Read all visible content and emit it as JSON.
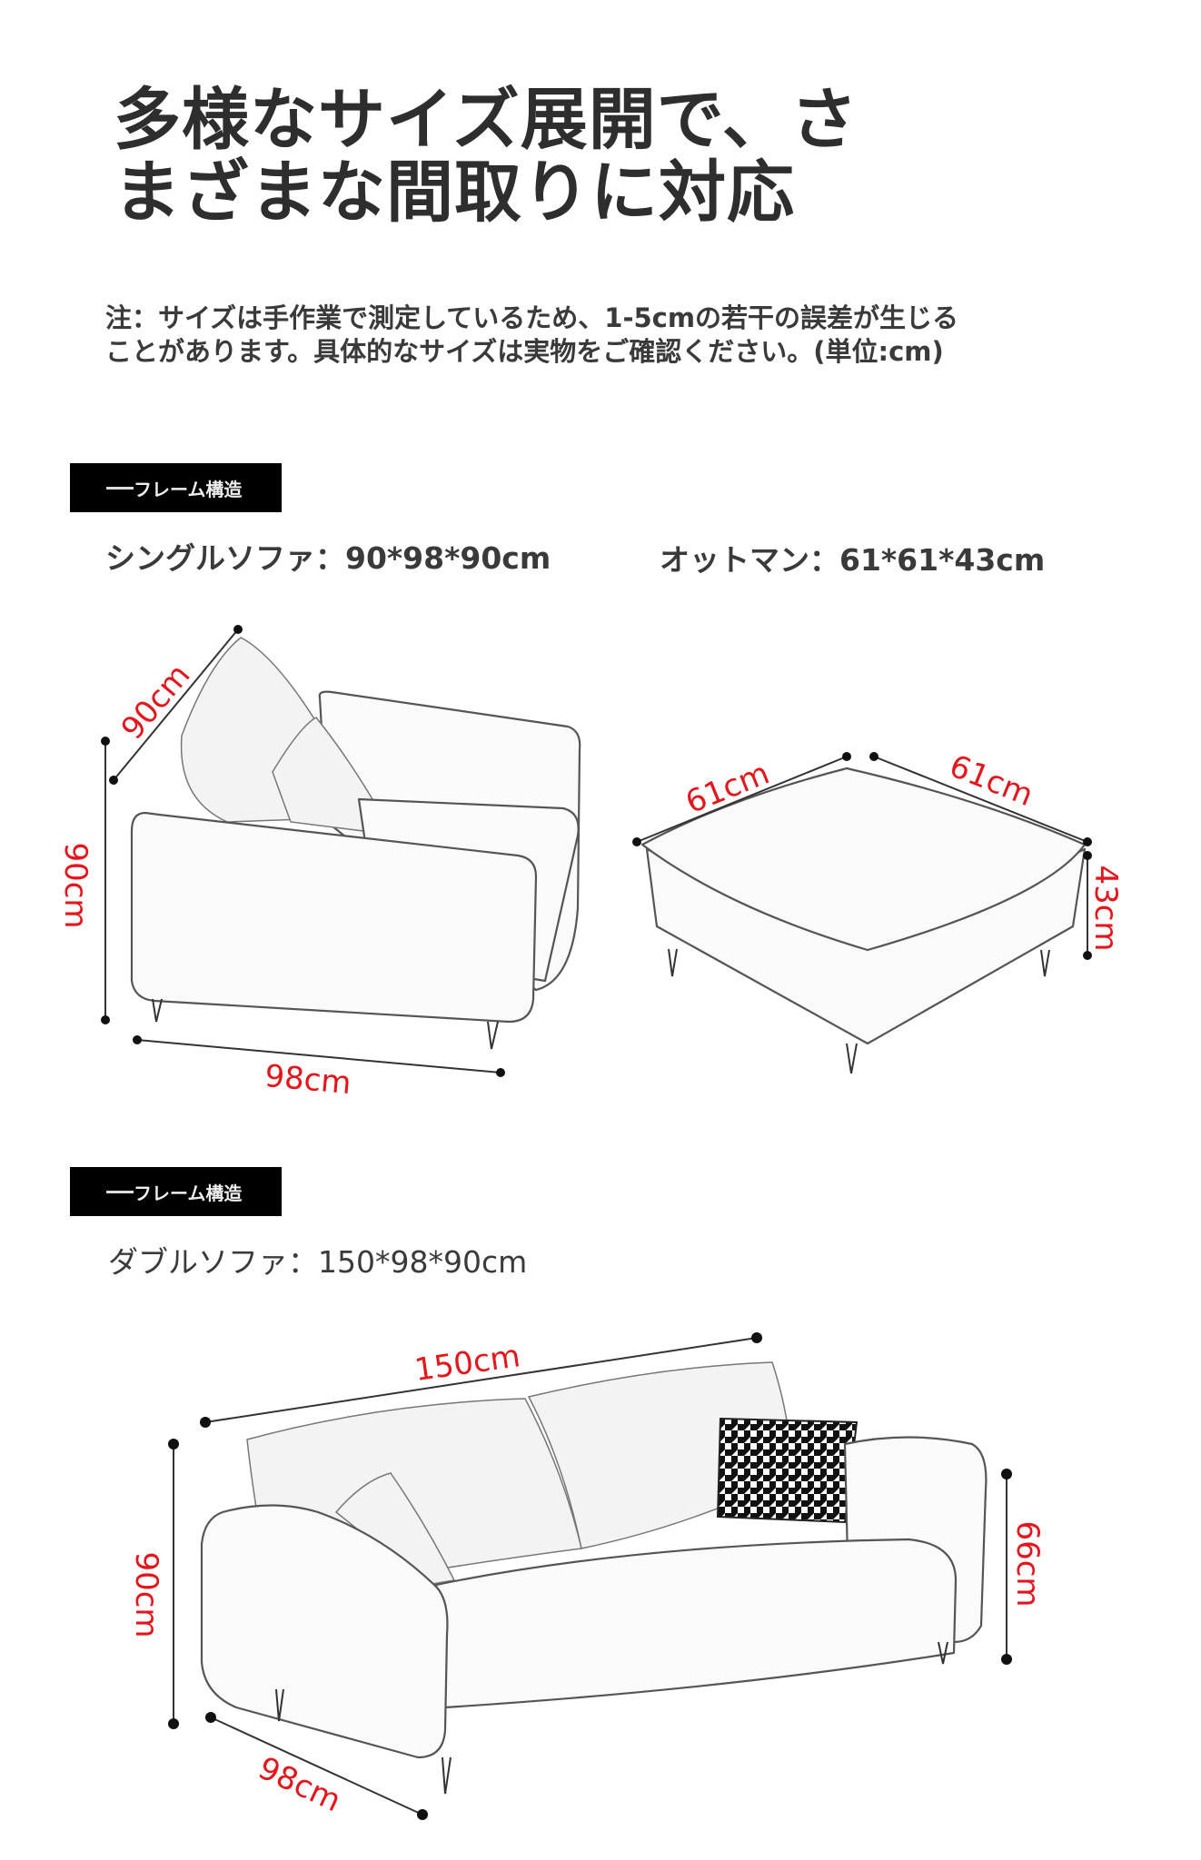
{
  "title": {
    "line1": "多様なサイズ展開で、さ",
    "line2": "まざまな間取りに対応"
  },
  "note": "注：サイズは手作業で測定しているため、1-5cmの若干の誤差が生じることがあります。具体的なサイズは実物をご確認ください。(単位:cm)",
  "sections": [
    {
      "label": "フレーム構造",
      "items": [
        {
          "name": "シングルソファ：90*98*90cm",
          "dims": {
            "depth": "90cm",
            "height": "90cm",
            "width": "98cm"
          }
        },
        {
          "name": "オットマン：61*61*43cm",
          "dims": {
            "width": "61cm",
            "depth": "61cm",
            "height": "43cm"
          }
        }
      ]
    },
    {
      "label": "フレーム構造",
      "items": [
        {
          "name": "ダブルソファ：150*98*90cm",
          "dims": {
            "width": "150cm",
            "height": "90cm",
            "depth": "98cm",
            "seat_height": "66cm"
          }
        }
      ]
    }
  ],
  "colors": {
    "dimension": "#e4161b",
    "label_bg": "#000000",
    "text": "#333333"
  }
}
